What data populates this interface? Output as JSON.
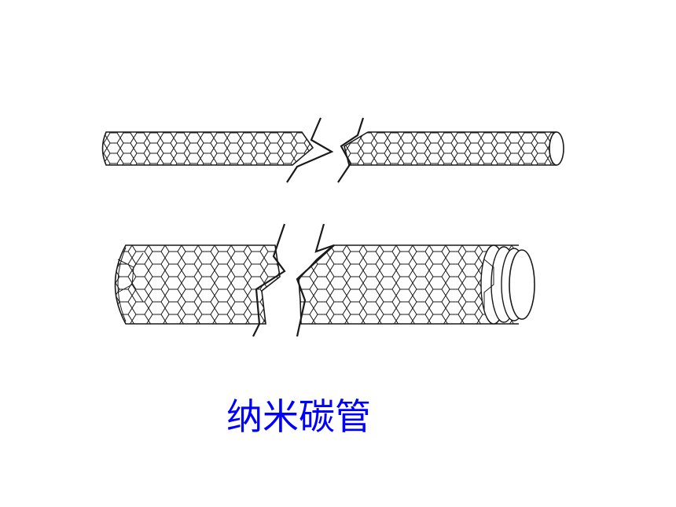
{
  "caption": "纳米碳管",
  "colors": {
    "line": "#1a1a1a",
    "background": "#ffffff",
    "caption": "#0000ff"
  },
  "figures": [
    {
      "name": "single-wall-nanotube",
      "walls": 1
    },
    {
      "name": "multi-wall-nanotube",
      "walls": 3
    }
  ]
}
